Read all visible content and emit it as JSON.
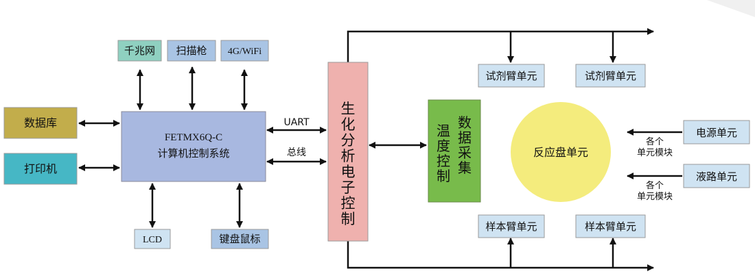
{
  "colors": {
    "teal_box": "#8fd0c0",
    "blue_box": "#a9c4e4",
    "light_blue_box": "#cfe3f2",
    "main_box": "#a8b8e0",
    "olive_box": "#c2ad4b",
    "cyan_box": "#46b7c5",
    "pink_bar": "#efb1ae",
    "green_box": "#78bb4b",
    "circle": "#f4ec7d",
    "line": "#111111"
  },
  "nodes": {
    "gigabit": "千兆网",
    "scanner": "扫描枪",
    "wireless": "4G/WiFi",
    "database": "数据库",
    "printer": "打印机",
    "computer_line1": "FETMX6Q-C",
    "computer_line2": "计算机控制系统",
    "lcd": "LCD",
    "keyboard": "键盘鼠标",
    "bio_control": [
      "生",
      "化",
      "分",
      "析",
      "电",
      "子",
      "控",
      "制"
    ],
    "temp_col": [
      "温",
      "度",
      "控",
      "制"
    ],
    "data_col": [
      "数",
      "据",
      "采",
      "集"
    ],
    "reaction": "反应盘单元",
    "reagent_arm_1": "试剂臂单元",
    "reagent_arm_2": "试剂臂单元",
    "sample_arm_1": "样本臂单元",
    "sample_arm_2": "样本臂单元",
    "power": "电源单元",
    "liquid": "液路单元"
  },
  "edge_labels": {
    "uart": "UART",
    "bus": "总线",
    "modules_1_line1": "各个",
    "modules_1_line2": "单元模块",
    "modules_2_line1": "各个",
    "modules_2_line2": "单元模块"
  }
}
